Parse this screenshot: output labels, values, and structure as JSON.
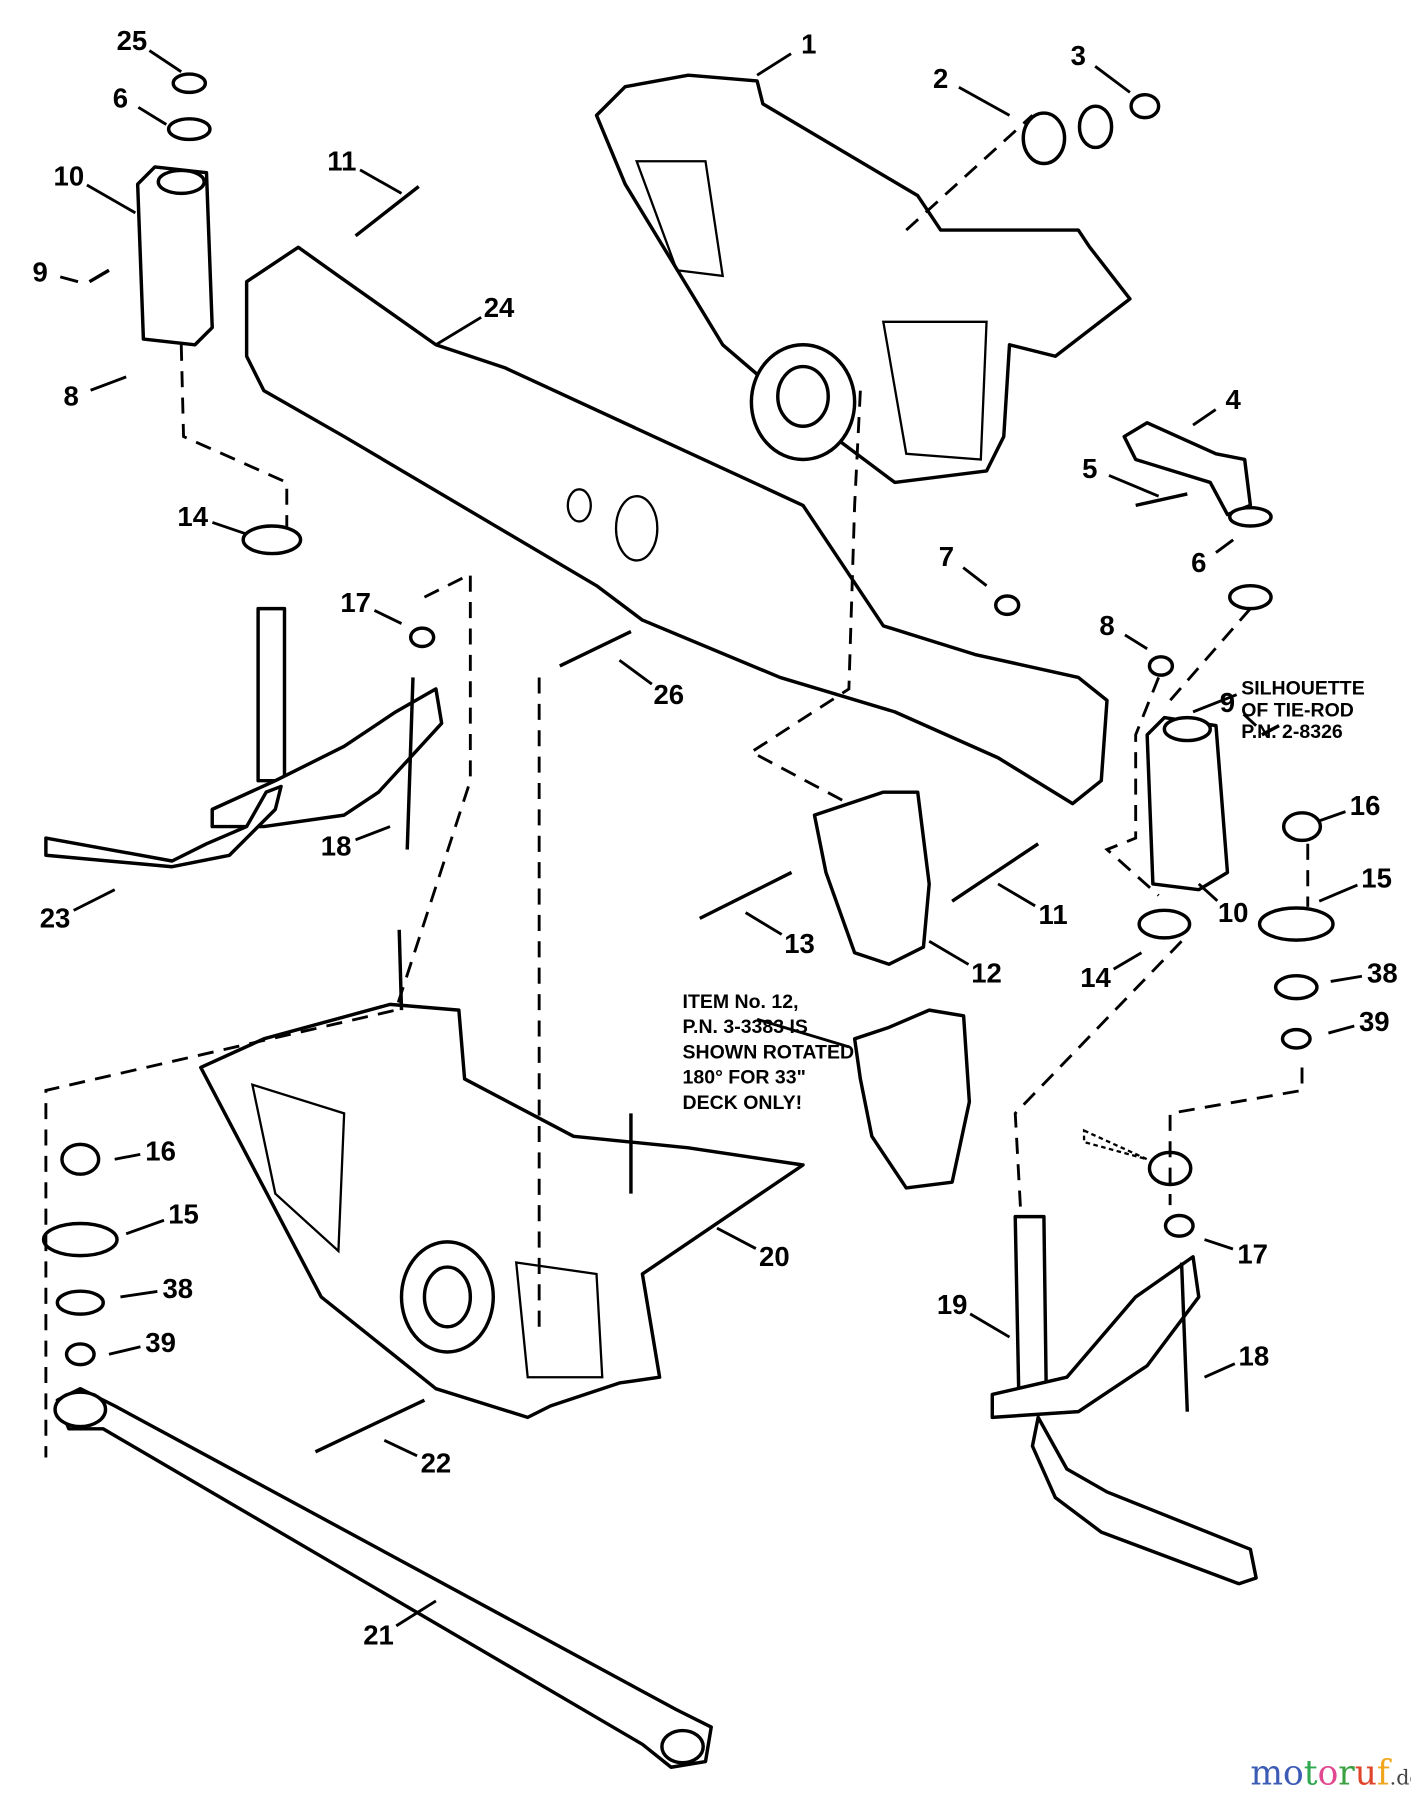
{
  "callouts": [
    "25",
    "6",
    "10",
    "9",
    "8",
    "11",
    "24",
    "1",
    "2",
    "3",
    "4",
    "5",
    "6",
    "7",
    "8",
    "9",
    "16",
    "15",
    "38",
    "39",
    "14",
    "17",
    "18",
    "23",
    "26",
    "13",
    "11",
    "12",
    "10",
    "14",
    "16",
    "15",
    "38",
    "39",
    "20",
    "19",
    "17",
    "18",
    "22",
    "21"
  ],
  "notes": {
    "item12": [
      "ITEM No. 12,",
      "P.N. 3-3383 IS",
      "SHOWN ROTATED",
      "180° FOR 33\"",
      "DECK ONLY!"
    ],
    "silhouette": [
      "SILHOUETTE",
      "OF TIE-ROD",
      "P.N. 2-8326"
    ]
  },
  "watermark": {
    "text": "motoruf",
    "suffix": ".de",
    "colors": [
      "#3b5bb5",
      "#3b5bb5",
      "#2fa84f",
      "#e0488f",
      "#3aa040",
      "#e0452a",
      "#f0a51c"
    ]
  }
}
